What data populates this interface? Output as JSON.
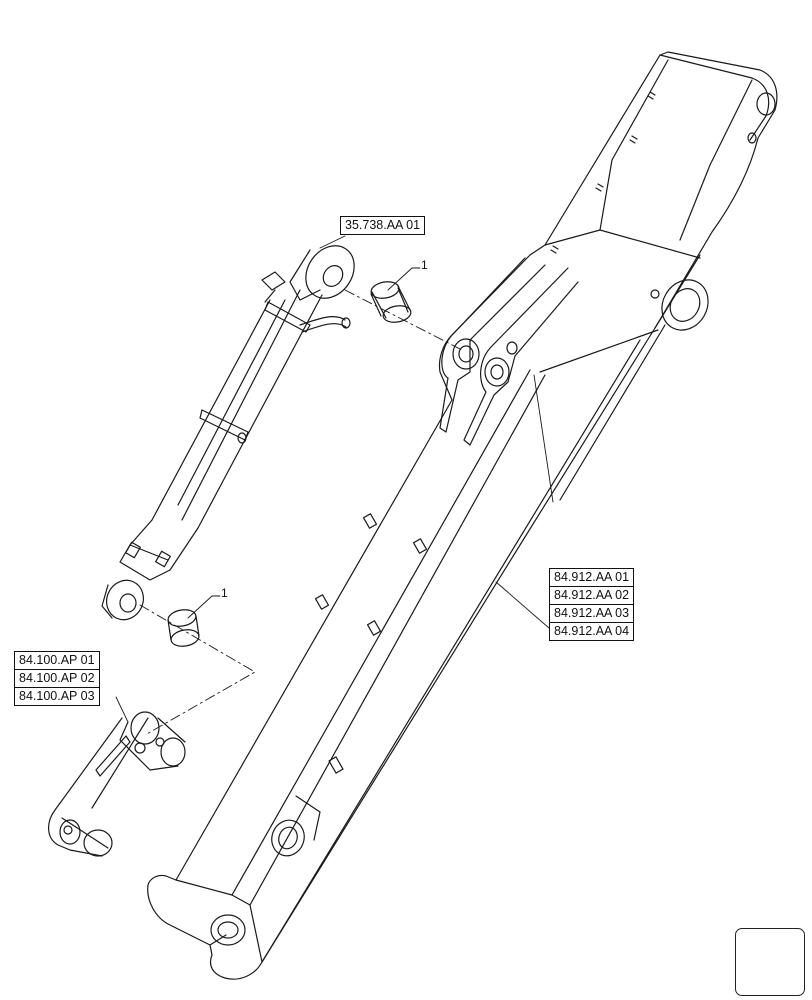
{
  "references": {
    "cylinder": "35.738.AA 01",
    "boom": [
      "84.912.AA 01",
      "84.912.AA 02",
      "84.912.AA 03",
      "84.912.AA 04"
    ],
    "link": [
      "84.100.AP 01",
      "84.100.AP 02",
      "84.100.AP 03"
    ]
  },
  "callouts": {
    "bushing_upper": "1",
    "bushing_lower": "1"
  },
  "icons": {
    "navigation": "return-arrow-icon"
  },
  "colors": {
    "line": "#1a1a1a",
    "background": "#ffffff"
  }
}
